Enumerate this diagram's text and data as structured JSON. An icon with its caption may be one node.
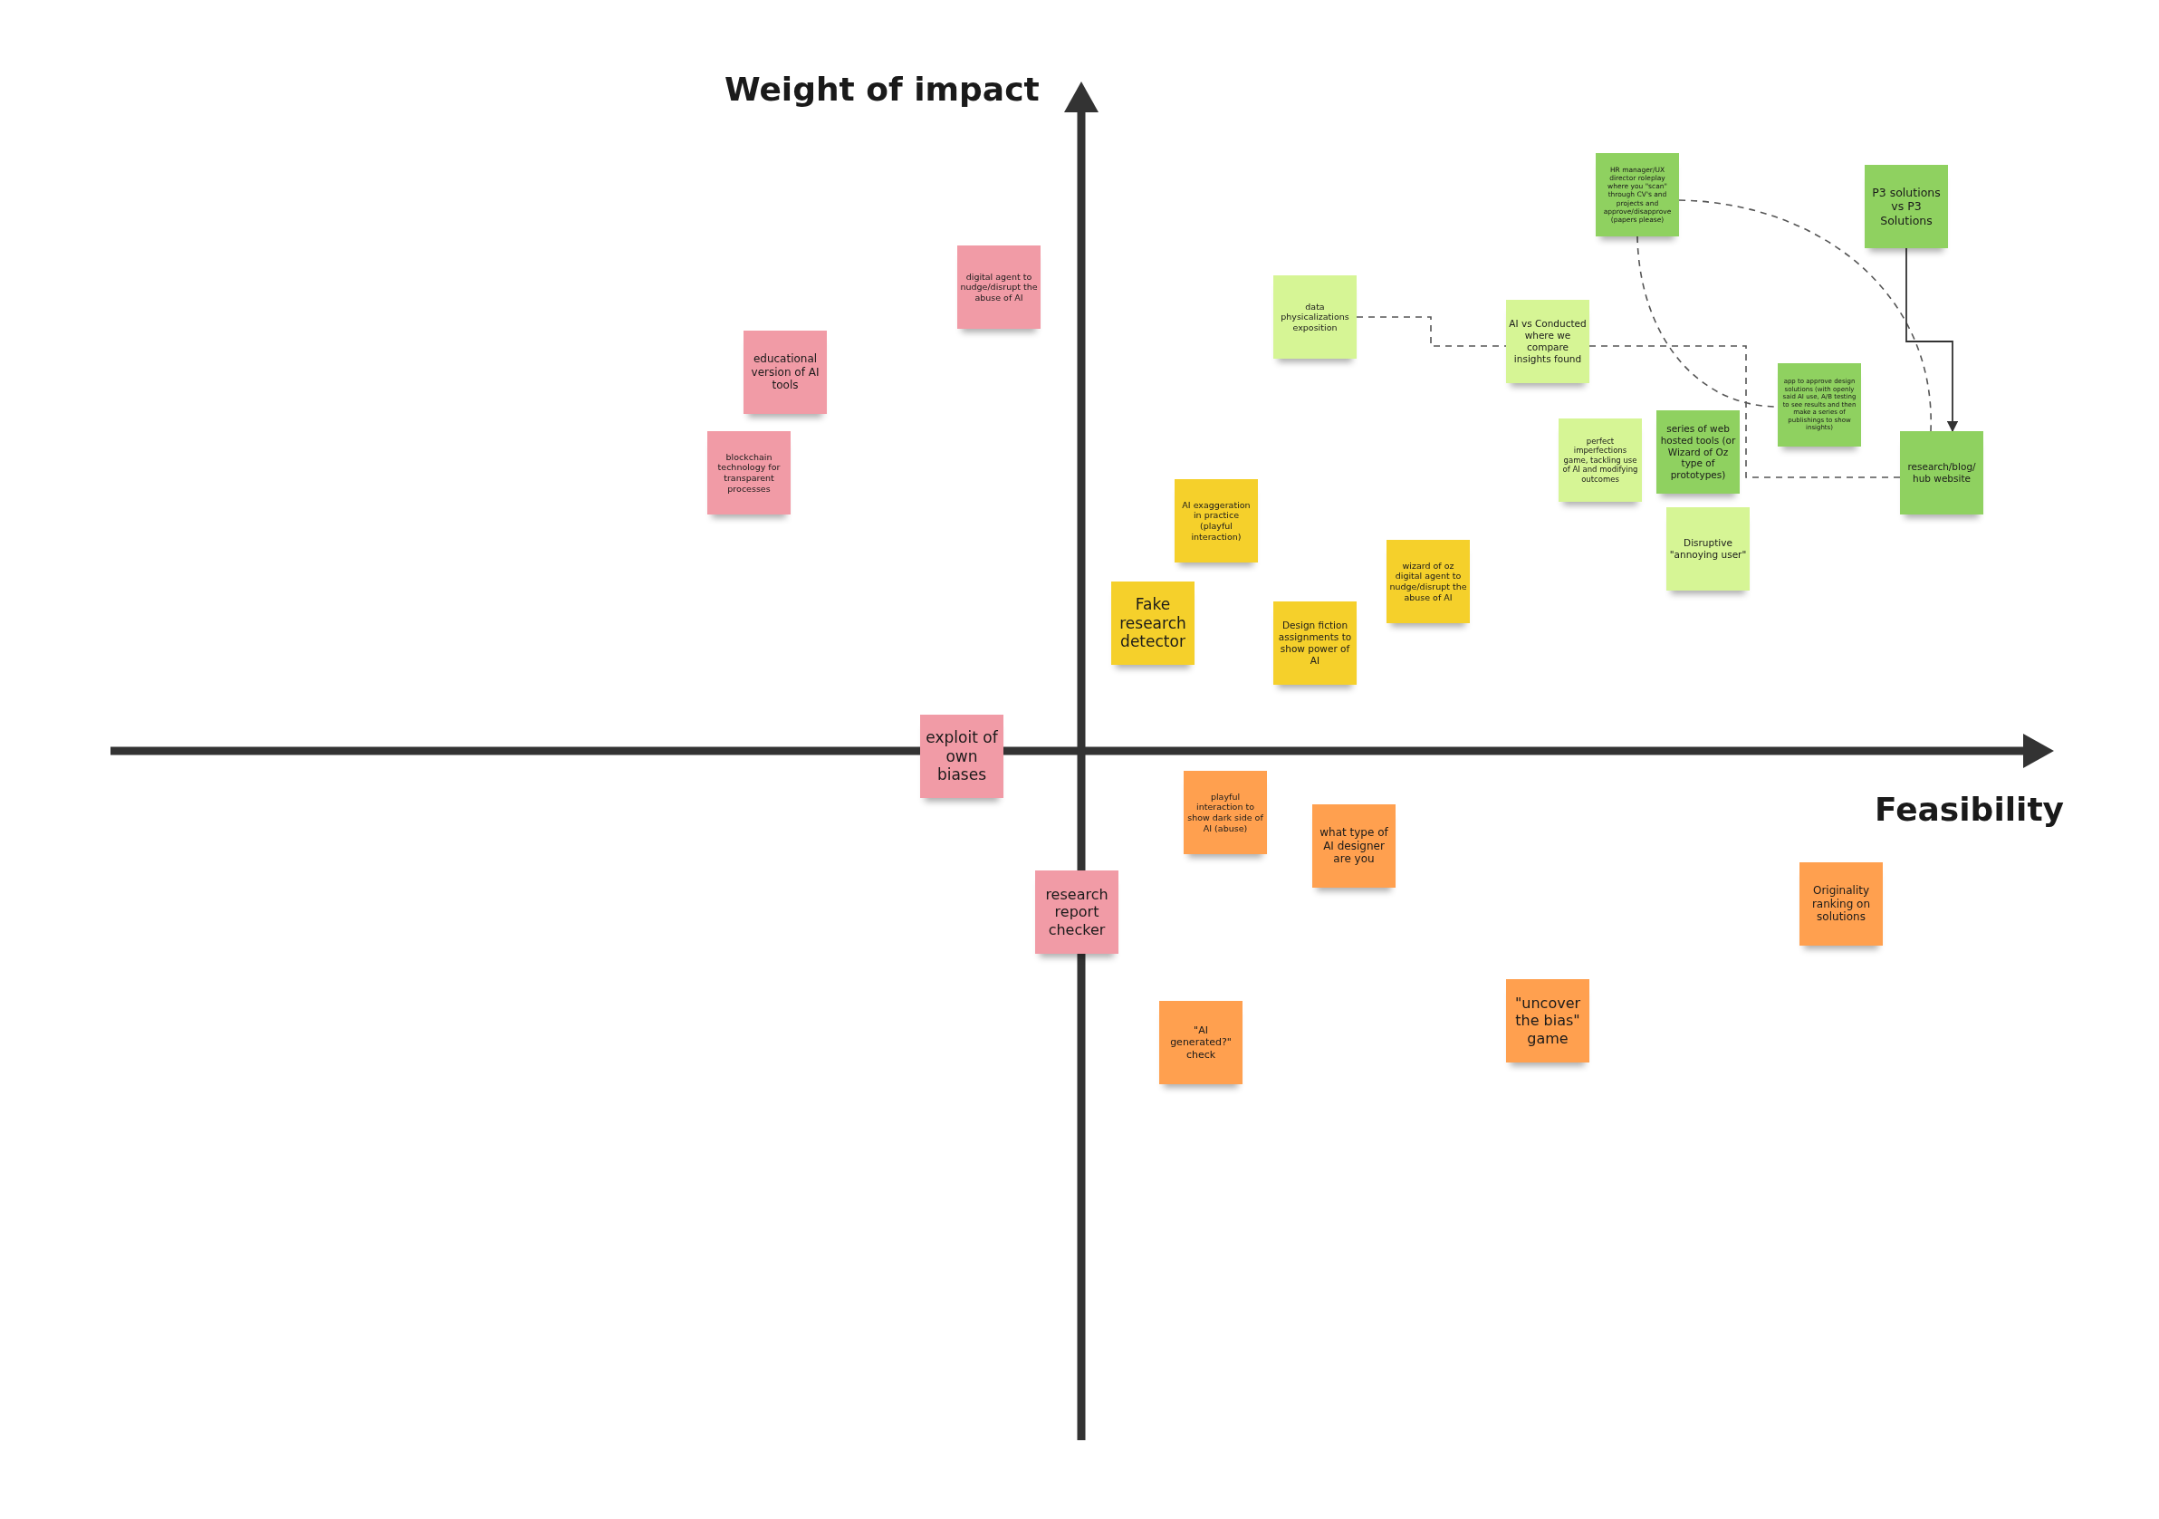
{
  "diagram": {
    "nodes": [
      {
        "text": [
          "HR manager/UX director roleplay where you \"scan\" through CV's and projects and approve/disapprove (papers please)"
        ]
      },
      {
        "text": [
          "P3 solutions vs P3 Solutions"
        ]
      },
      {
        "text": [
          "digital agent to nudge/disrupt the abuse of AI"
        ]
      },
      {
        "text": [
          "data physicalizations exposition"
        ]
      },
      {
        "text": [
          "AI vs Conducted where we compare insights found"
        ]
      },
      {
        "text": [
          "educational version of AI tools"
        ]
      },
      {
        "text": [
          "app to approve design solutions (with openly said AI use, A/B testing to see results and then make a series of publishings to show insights)"
        ]
      },
      {
        "text": [
          "perfect imperfections game, tackling use of AI and modifying outcomes"
        ]
      },
      {
        "text": [
          "series of web hosted tools (or Wizard of Oz type of prototypes)"
        ]
      },
      {
        "text": [
          "research/blog/ hub website"
        ]
      },
      {
        "text": [
          "blockchain technology for transparent processes"
        ]
      },
      {
        "text": [
          "AI exaggeration in practice (playful interaction)"
        ]
      },
      {
        "text": [
          "Disruptive \"annoying user\""
        ]
      },
      {
        "text": [
          "wizard of oz digital agent to nudge/disrupt the abuse of AI"
        ]
      },
      {
        "text": [
          "Fake research detector"
        ]
      },
      {
        "text": [
          "Design fiction assignments to show power of AI"
        ]
      },
      {
        "text": [
          "exploit of own biases"
        ]
      },
      {
        "text": [
          "playful interaction to show dark side of AI (abuse)"
        ]
      },
      {
        "text": [
          "what type of AI designer are you"
        ]
      },
      {
        "text": [
          "Originality ranking on solutions"
        ]
      },
      {
        "text": [
          "research report checker"
        ]
      },
      {
        "text": [
          "\"uncover the bias\" game"
        ]
      },
      {
        "text": [
          "\"AI generated?\" check"
        ]
      }
    ],
    "edges": [
      {
        "from": 3,
        "to": 4,
        "arrow": "none",
        "style": "dashed"
      },
      {
        "from": 4,
        "to": 9,
        "arrow": "none",
        "style": "dashed"
      },
      {
        "from": 0,
        "to": 6,
        "arrow": "none",
        "style": "dashed"
      },
      {
        "from": 0,
        "to": 9,
        "arrow": "none",
        "style": "dashed"
      },
      {
        "from": 1,
        "to": 9,
        "arrow": "to"
      }
    ],
    "labels": [
      "Weight of impact",
      "Feasibility"
    ]
  }
}
